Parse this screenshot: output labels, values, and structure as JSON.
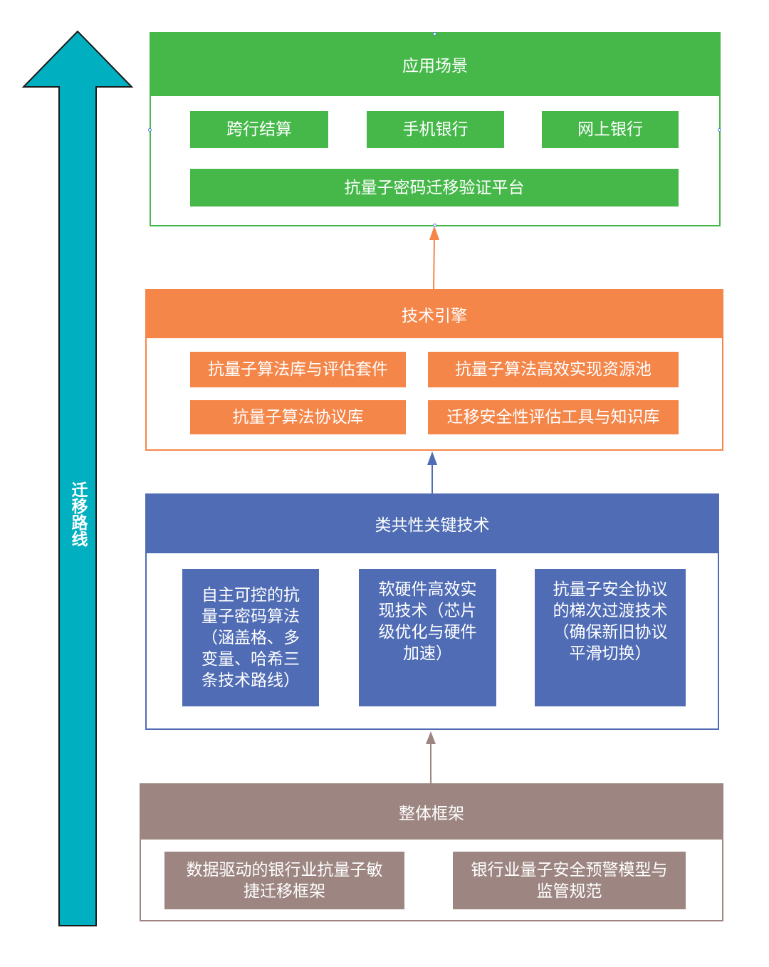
{
  "colors": {
    "teal": "#00b0c0",
    "green": "#46b84a",
    "orange": "#f4864a",
    "blue": "#4f6cb4",
    "brown": "#9d8682"
  },
  "side_arrow": {
    "label": "迁移路线"
  },
  "application": {
    "title": "应用场景",
    "items": [
      "跨行结算",
      "手机银行",
      "网上银行"
    ],
    "platform": "抗量子密码迁移验证平台"
  },
  "engine": {
    "title": "技术引擎",
    "items": [
      "抗量子算法库与评估套件",
      "抗量子算法高效实现资源池",
      "抗量子算法协议库",
      "迁移安全性评估工具与知识库"
    ]
  },
  "key_tech": {
    "title": "类共性关键技术",
    "items": [
      "自主可控的抗\n量子密码算法\n（涵盖格、多\n变量、哈希三\n条技术路线）",
      "软硬件高效实\n现技术（芯片\n级优化与硬件\n加速）",
      "抗量子安全协议\n的梯次过渡技术\n（确保新旧协议\n平滑切换）"
    ]
  },
  "framework": {
    "title": "整体框架",
    "items": [
      "数据驱动的银行业抗量子敏\n捷迁移框架",
      "银行业量子安全预警模型与\n监管规范"
    ]
  }
}
